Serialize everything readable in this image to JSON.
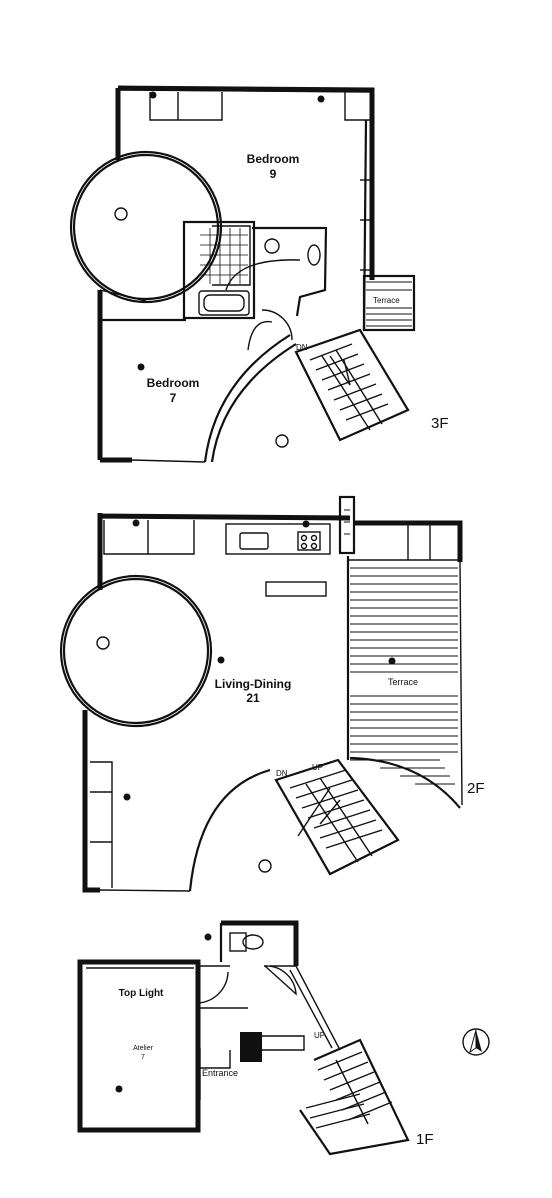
{
  "floors": [
    {
      "id": "3F",
      "label": "3F",
      "rooms": [
        {
          "name": "Bedroom",
          "size": "9"
        },
        {
          "name": "Bedroom",
          "size": "7"
        }
      ],
      "terrace_label": "Terrace",
      "stair_label": "DN"
    },
    {
      "id": "2F",
      "label": "2F",
      "rooms": [
        {
          "name": "Living-Dining",
          "size": "21"
        }
      ],
      "terrace_label": "Terrace",
      "stair_labels": [
        "DN",
        "UP"
      ]
    },
    {
      "id": "1F",
      "label": "1F",
      "top_light": "Top Light",
      "rooms": [
        {
          "name": "Atelier",
          "size": "7"
        }
      ],
      "entrance_label": "Entrance",
      "stair_label": "UP"
    }
  ],
  "north_arrow_icon": "north-arrow-icon"
}
